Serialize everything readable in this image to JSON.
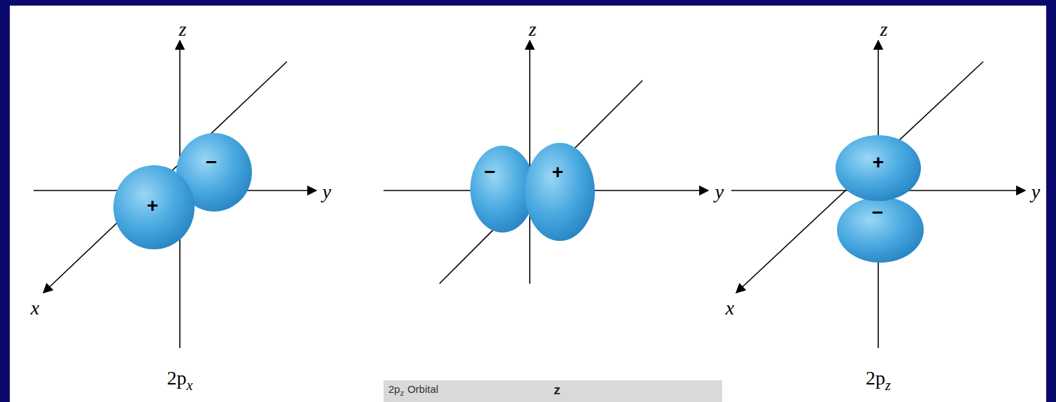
{
  "diagram": {
    "labels": [
      "z",
      "y",
      "x",
      "−",
      "+",
      "2p",
      "x",
      "z",
      "y",
      "−",
      "+",
      "2p",
      "z",
      "Orbital",
      "z",
      "z",
      "y",
      "x",
      "+",
      "−",
      "2p",
      "z"
    ]
  }
}
